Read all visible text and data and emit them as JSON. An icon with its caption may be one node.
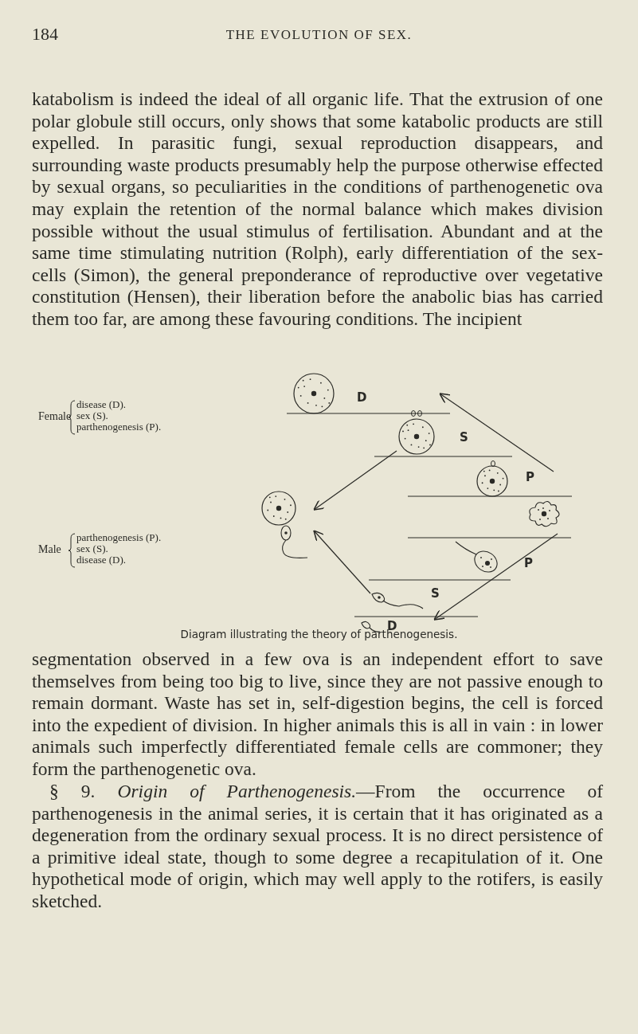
{
  "diagram": {
    "caption": "Diagram illustrating the theory of parthenogenesis.",
    "nodes": [
      {
        "text": [],
        "shape": "picture",
        "beside": [
          "D"
        ]
      },
      {
        "text": [],
        "shape": "picture",
        "beside": [
          "S"
        ]
      },
      {
        "text": [],
        "shape": "picture",
        "beside": [
          "P"
        ]
      },
      {
        "text": [],
        "shape": "picture"
      },
      {
        "text": [],
        "shape": "picture"
      },
      {
        "text": [],
        "shape": "picture",
        "beside": [
          "P"
        ]
      },
      {
        "text": [],
        "shape": "picture",
        "beside": [
          "S"
        ]
      },
      {
        "text": [],
        "shape": "picture",
        "beside": [
          "D"
        ]
      }
    ],
    "edges": [
      {
        "from": 1,
        "to": 3,
        "arrow": "to"
      },
      {
        "from": 6,
        "to": 3,
        "arrow": "to"
      }
    ],
    "labels": [
      "184",
      "THE EVOLUTION OF SEX.",
      "katabolism is indeed the ideal of all organic life. That the extrusion of one polar globule still occurs, only shows that some katabolic products are still expelled. In parasitic fungi, sexual reproduction disappears, and surrounding waste products presumably help the purpose otherwise effected by sexual organs, so peculiarities in the conditions of parthenogenetic ova may explain the retention of the normal balance which makes division possible without the usual stimulus of fertilisation. Abundant and at the same time stimulating nutrition (Rolph), early differentiation of the sex-cells (Simon), the general preponderance of reproductive over vegetative constitution (Hensen), their liberation before the anabolic bias has carried them too far, are among these favouring conditions. The incipient",
      "Female",
      "disease (D).",
      "sex (S).",
      "parthenogenesis (P).",
      "Male",
      "parthenogenesis (P).",
      "sex (S).",
      "disease (D).",
      "segmentation observed in a few ova is an independent effort to save themselves from being too big to live, since they are not passive enough to remain dormant. Waste has set in, self-digestion begins, the cell is forced into the expedient of division. In higher animals this is all in vain : in lower animals such imperfectly differentiated female cells are commoner; they form the parthenogenetic ova.",
      "§ 9. *Origin of Parthenogenesis.*—From the occurrence of parthenogenesis in the animal series, it is certain that it has originated as a degeneration from the ordinary sexual process. It is no direct persistence of a primitive ideal state, though to some degree a recapitulation of it. One hypothetical mode of origin, which may well apply to the rotifers, is easily sketched."
    ]
  }
}
